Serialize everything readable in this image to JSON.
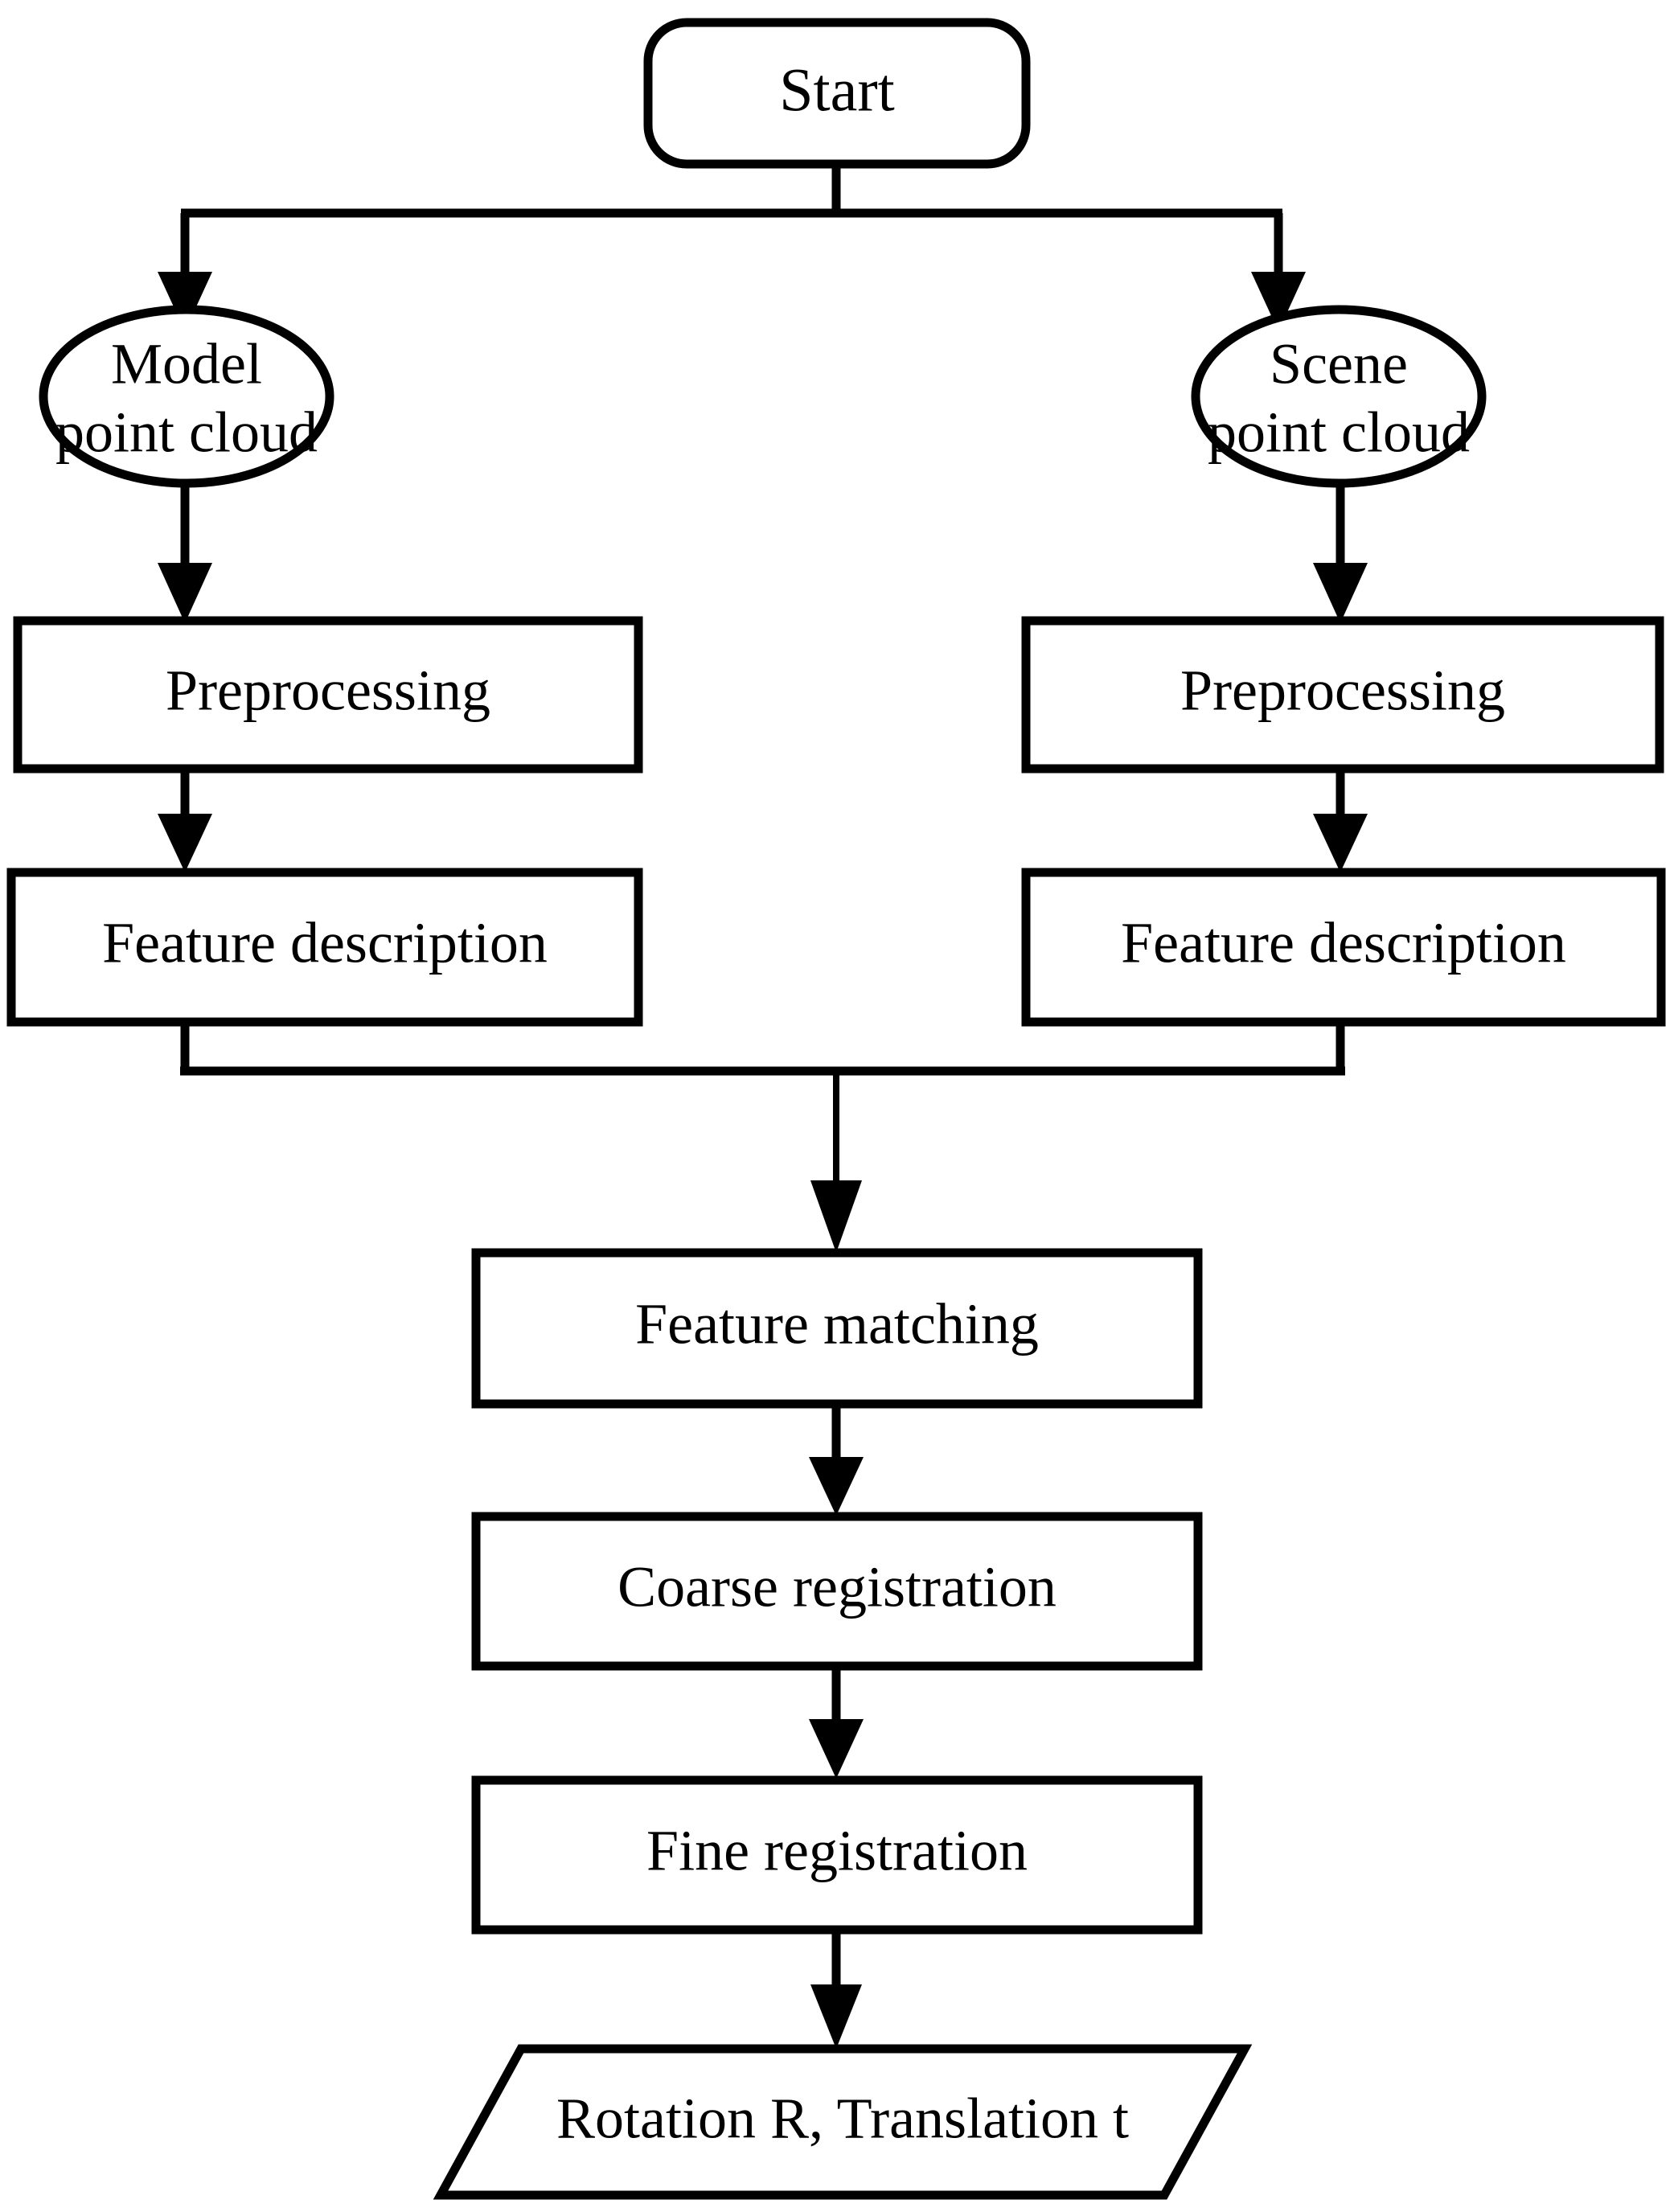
{
  "diagram": {
    "title": "Point cloud registration pipeline flowchart",
    "background_color": "#ffffff",
    "line_color": "#000000",
    "fill_color": "#ffffff",
    "nodes": {
      "start": {
        "label": "Start",
        "shape": "rounded-rectangle"
      },
      "model_cloud": {
        "label_line1": "Model",
        "label_line2": "point cloud",
        "shape": "ellipse"
      },
      "scene_cloud": {
        "label_line1": "Scene",
        "label_line2": "point cloud",
        "shape": "ellipse"
      },
      "preprocessing_left": {
        "label": "Preprocessing",
        "shape": "rectangle"
      },
      "preprocessing_right": {
        "label": "Preprocessing",
        "shape": "rectangle"
      },
      "feature_description_left": {
        "label": "Feature description",
        "shape": "rectangle"
      },
      "feature_description_right": {
        "label": "Feature description",
        "shape": "rectangle"
      },
      "feature_matching": {
        "label": "Feature matching",
        "shape": "rectangle"
      },
      "coarse_registration": {
        "label": "Coarse registration",
        "shape": "rectangle"
      },
      "fine_registration": {
        "label": "Fine registration",
        "shape": "rectangle"
      },
      "output": {
        "label": "Rotation R, Translation t",
        "shape": "parallelogram"
      }
    },
    "edges": [
      {
        "from": "start",
        "to": "model_cloud",
        "style": "elbow-split-left"
      },
      {
        "from": "start",
        "to": "scene_cloud",
        "style": "elbow-split-right"
      },
      {
        "from": "model_cloud",
        "to": "preprocessing_left",
        "style": "straight-down"
      },
      {
        "from": "scene_cloud",
        "to": "preprocessing_right",
        "style": "straight-down"
      },
      {
        "from": "preprocessing_left",
        "to": "feature_description_left",
        "style": "straight-down"
      },
      {
        "from": "preprocessing_right",
        "to": "feature_description_right",
        "style": "straight-down"
      },
      {
        "from": "feature_description_left",
        "to": "feature_matching",
        "style": "elbow-merge-left"
      },
      {
        "from": "feature_description_right",
        "to": "feature_matching",
        "style": "elbow-merge-right"
      },
      {
        "from": "feature_matching",
        "to": "coarse_registration",
        "style": "straight-down"
      },
      {
        "from": "coarse_registration",
        "to": "fine_registration",
        "style": "straight-down"
      },
      {
        "from": "fine_registration",
        "to": "output",
        "style": "straight-down"
      }
    ]
  }
}
